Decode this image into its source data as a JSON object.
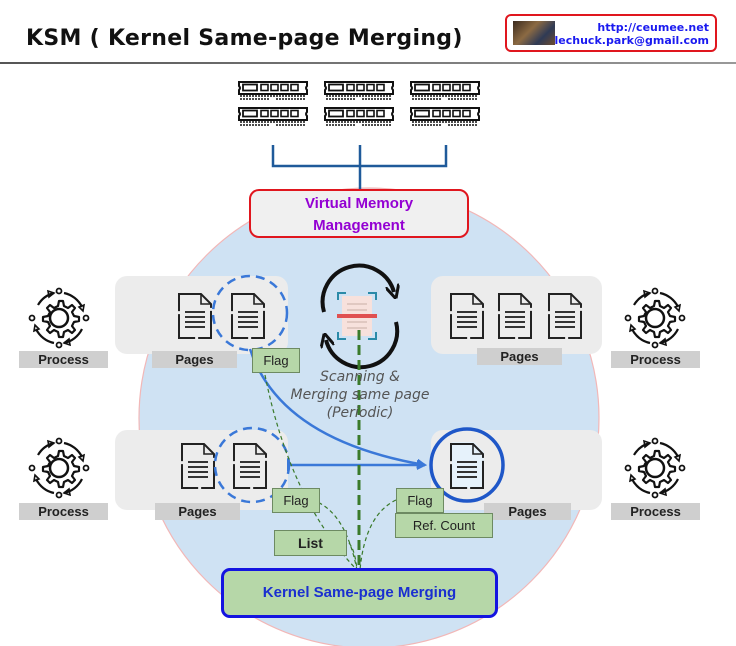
{
  "header": {
    "title": "KSM ( Kernel Same-page Merging)",
    "badge": {
      "url": "http://ceumee.net",
      "email": "lechuck.park@gmail.com"
    }
  },
  "diagram": {
    "memory_modules": [
      "memory-module-1",
      "memory-module-2",
      "memory-module-3"
    ],
    "vmm_label_line1": "Virtual Memory",
    "vmm_label_line2": "Management",
    "ksm_label": "Kernel Same-page Merging",
    "scanning_line1": "Scanning &",
    "scanning_line2": "Merging same page",
    "scanning_line3": "(Periodic)",
    "process_label": "Process",
    "pages_label": "Pages",
    "flag_label": "Flag",
    "list_label": "List",
    "ref_count_label": "Ref. Count",
    "processes": [
      {
        "position": "top-left",
        "label": "Process"
      },
      {
        "position": "bottom-left",
        "label": "Process"
      },
      {
        "position": "top-right",
        "label": "Process"
      },
      {
        "position": "bottom-right",
        "label": "Process"
      }
    ],
    "page_groups": [
      {
        "position": "top-left",
        "label": "Pages",
        "page_count": 2,
        "duplicate_highlighted": true
      },
      {
        "position": "bottom-left",
        "label": "Pages",
        "page_count": 2,
        "duplicate_highlighted": true
      },
      {
        "position": "top-right",
        "label": "Pages",
        "page_count": 3,
        "duplicate_highlighted": false
      },
      {
        "position": "bottom-right",
        "label": "Pages",
        "page_count": 1,
        "merged_page": true
      }
    ],
    "colors": {
      "circle_fill": "#cfe2f3",
      "vmm_border": "#e0161e",
      "vmm_text": "#9400d3",
      "ksm_border": "#1414e0",
      "ksm_fill": "#b6d7a8",
      "tag_fill": "#b6d7a8",
      "arrow_blue": "#3a78d8",
      "dashed_green": "#3a7a2a",
      "connector": "#1f5a9a"
    }
  }
}
